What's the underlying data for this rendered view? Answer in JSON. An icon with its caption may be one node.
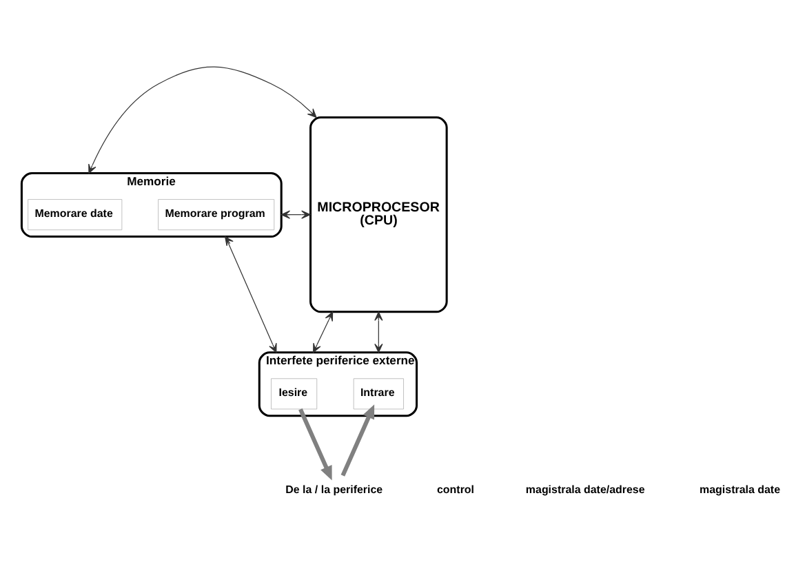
{
  "diagram": {
    "nodes": [
      {
        "text": [
          "Memorie"
        ]
      },
      {
        "text": [
          "Memorare program"
        ],
        "in": 0
      },
      {
        "text": [
          "Memorare date"
        ],
        "in": 0
      },
      {
        "text": [
          "MICROPROCESOR",
          "(CPU)"
        ]
      },
      {
        "text": [
          "Interfete periferice externe"
        ]
      },
      {
        "text": [
          "Iesire"
        ],
        "in": 4
      },
      {
        "text": [
          "Intrare"
        ],
        "in": 4
      },
      {
        "text": [
          "De la / la periferice"
        ]
      }
    ],
    "edges": [
      {
        "from": 0,
        "to": 3,
        "arrow": "both"
      },
      {
        "from": 0,
        "to": 3,
        "arrow": "both"
      },
      {
        "from": 0,
        "to": 4,
        "arrow": "both"
      },
      {
        "from": 4,
        "to": 3,
        "arrow": "both"
      },
      {
        "from": 4,
        "to": 3,
        "arrow": "both"
      },
      {
        "from": 5,
        "to": 7,
        "arrow": "to",
        "style": "thick",
        "color": "#808080"
      },
      {
        "from": 7,
        "to": 6,
        "arrow": "to",
        "style": "thick",
        "color": "#808080"
      }
    ],
    "legend": [
      {
        "text": "control"
      },
      {
        "text": "magistrala date/adrese"
      },
      {
        "text": "magistrala date"
      }
    ]
  }
}
